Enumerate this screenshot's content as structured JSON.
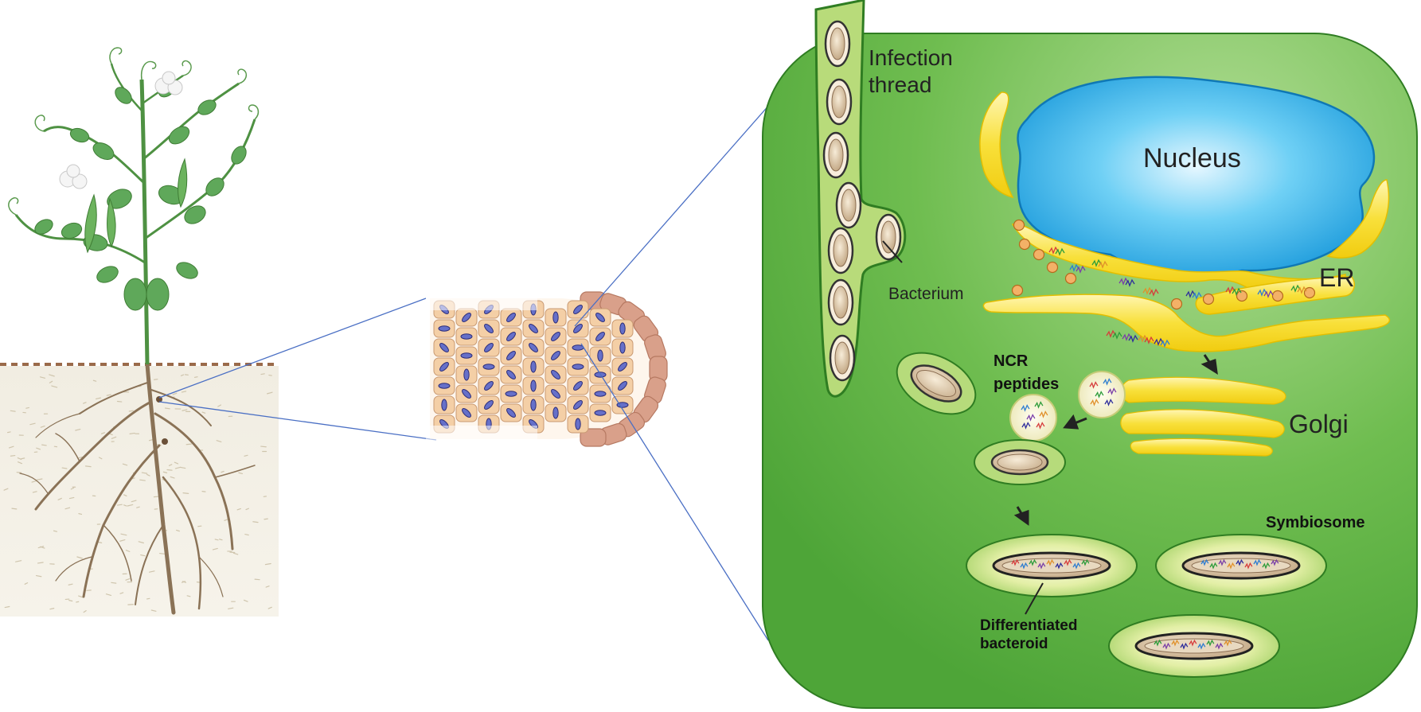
{
  "labels": {
    "infection_thread_line1": "Infection",
    "infection_thread_line2": "thread",
    "nucleus": "Nucleus",
    "er": "ER",
    "bacterium": "Bacterium",
    "ncr_line1": "NCR",
    "ncr_line2": "peptides",
    "golgi": "Golgi",
    "symbiosome": "Symbiosome",
    "bacteroid_line1": "Differentiated",
    "bacteroid_line2": "bacteroid"
  },
  "colors": {
    "cell_fill": "#6dbd4e",
    "cell_stroke": "#2f7d22",
    "nucleus": "#2aa8e0",
    "er_golgi": "#f6dd2b",
    "soil": "#f3efe4",
    "root": "#8a7256",
    "leaf": "#5fa85a",
    "nodule_cells": "#f4cfa6",
    "nodule_outer": "#d9a08a",
    "zoom_line": "#4a6fc4"
  }
}
